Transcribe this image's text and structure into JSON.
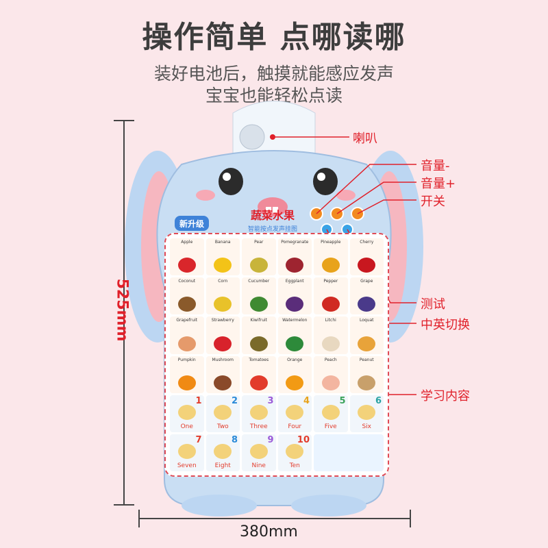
{
  "header": {
    "title": "操作简单 点哪读哪",
    "subtitle_line1": "装好电池后，触摸就能感应发声",
    "subtitle_line2": "宝宝也能轻松点读"
  },
  "dimensions": {
    "height": "525mm",
    "width": "380mm"
  },
  "callouts": {
    "speaker": "喇叭",
    "volume_down": "音量-",
    "volume_up": "音量+",
    "power": "开关",
    "test": "测试",
    "language_switch": "中英切换",
    "content": "学习内容"
  },
  "poster": {
    "badge": "新升级",
    "title": "蔬菜水果",
    "subtitle": "智能按点发声挂图",
    "fruit_rows": [
      [
        "Apple",
        "Banana",
        "Pear",
        "Pomegranate",
        "Pineapple",
        "Cherry"
      ],
      [
        "Coconut",
        "Corn",
        "Cucumber",
        "Eggplant",
        "Pepper",
        "Grape"
      ],
      [
        "Grapefruit",
        "Strawberry",
        "Kiwifruit",
        "Watermelon",
        "Litchi",
        "Loquat"
      ],
      [
        "Pumpkin",
        "Mushroom",
        "Tomatoes",
        "Orange",
        "Peach",
        "Peanut"
      ]
    ],
    "numbers": [
      {
        "n": "1",
        "word": "One"
      },
      {
        "n": "2",
        "word": "Two"
      },
      {
        "n": "3",
        "word": "Three"
      },
      {
        "n": "4",
        "word": "Four"
      },
      {
        "n": "5",
        "word": "Five"
      },
      {
        "n": "6",
        "word": "Six"
      },
      {
        "n": "7",
        "word": "Seven"
      },
      {
        "n": "8",
        "word": "Eight"
      },
      {
        "n": "9",
        "word": "Nine"
      },
      {
        "n": "10",
        "word": "Ten"
      }
    ]
  },
  "colors": {
    "background": "#fbe7ea",
    "accent_red": "#e0202a",
    "poster_blue": "#bcd6f2",
    "ear_pink": "#f6b7c0"
  }
}
